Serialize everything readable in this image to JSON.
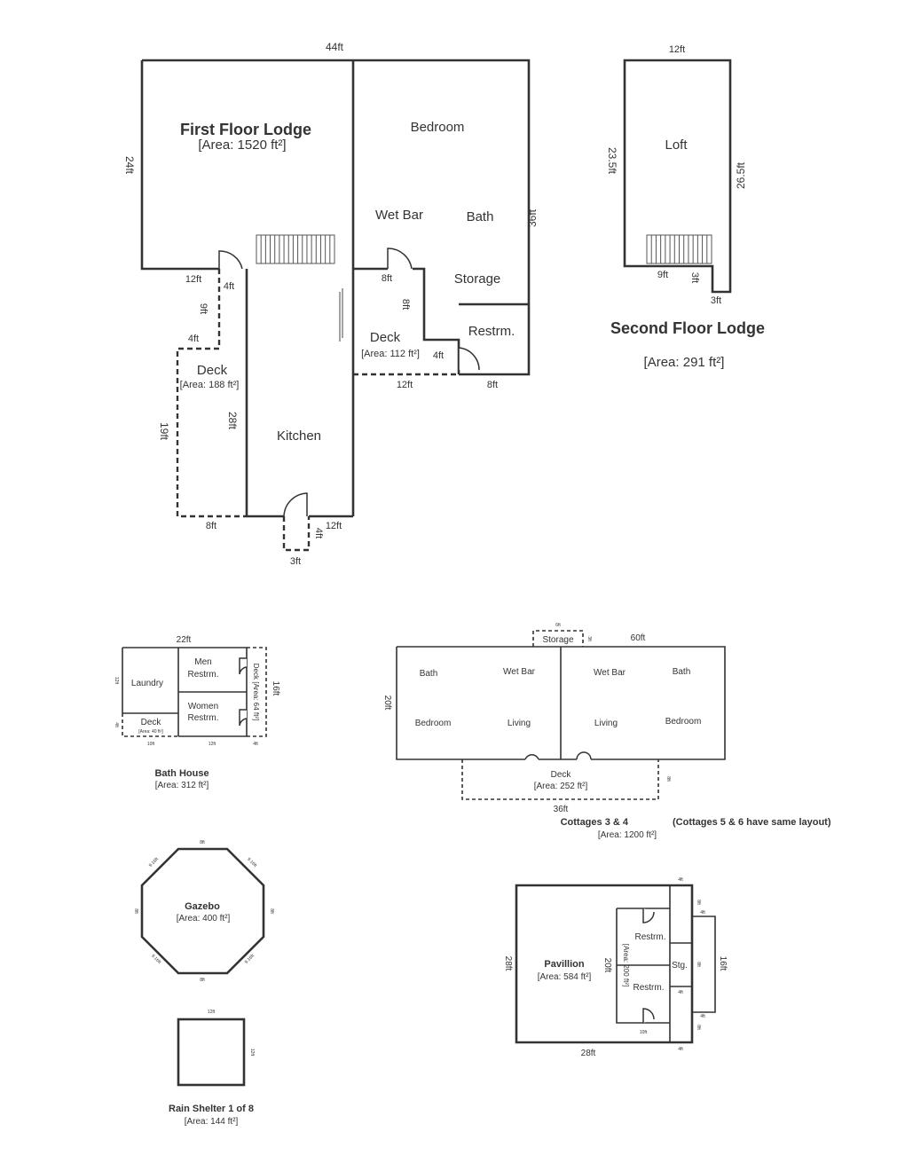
{
  "lodge": {
    "title": "First Floor Lodge",
    "area": "[Area: 1520 ft²]",
    "rooms": {
      "bedroom": "Bedroom",
      "wetbar": "Wet Bar",
      "bath": "Bath",
      "storage": "Storage",
      "restroom": "Restrm.",
      "kitchen": "Kitchen"
    },
    "deck_right": {
      "label": "Deck",
      "area": "[Area: 112 ft²]"
    },
    "deck_left": {
      "label": "Deck",
      "area": "[Area: 188 ft²]"
    },
    "dims": {
      "top": "44ft",
      "left": "24ft",
      "right": "36ft",
      "left_deck": "19ft",
      "kitchen_h": "28ft",
      "d12a": "12ft",
      "d4a": "4ft",
      "d9": "9ft",
      "d4b": "4ft",
      "d8a": "8ft",
      "d12b": "12ft",
      "d8b": "8ft",
      "d8c": "8ft",
      "d4c": "4ft",
      "d12c": "12ft",
      "d8d": "8ft",
      "d4d": "4ft",
      "d3": "3ft"
    }
  },
  "loft": {
    "title": "Second Floor Lodge",
    "area": "[Area: 291 ft²]",
    "room": "Loft",
    "dims": {
      "top": "12ft",
      "left": "23.5ft",
      "right": "26.5ft",
      "d9": "9ft",
      "d3a": "3ft",
      "d3b": "3ft"
    }
  },
  "bathhouse": {
    "title": "Bath House",
    "area": "[Area: 312 ft²]",
    "rooms": {
      "laundry": "Laundry",
      "men_a": "Men",
      "men_b": "Restrm.",
      "women_a": "Women",
      "women_b": "Restrm.",
      "deck": "Deck",
      "deck_area": "[Area: 40 ft²]",
      "side_deck": "Deck [Area: 64 ft²]"
    },
    "dims": {
      "top": "22ft",
      "right": "16ft",
      "l1": "12ft",
      "l2": "4ft",
      "b1": "10ft",
      "b2": "12ft",
      "b3": "4ft"
    }
  },
  "cottages": {
    "title": "Cottages 3 & 4",
    "note": "(Cottages 5 & 6 have same layout)",
    "area": "[Area: 1200 ft²]",
    "rooms": {
      "bath_l": "Bath",
      "wetbar_l": "Wet Bar",
      "wetbar_r": "Wet Bar",
      "bath_r": "Bath",
      "bedroom_l": "Bedroom",
      "living_l": "Living",
      "living_r": "Living",
      "bedroom_r": "Bedroom",
      "storage": "Storage"
    },
    "deck": {
      "label": "Deck",
      "area": "[Area: 252 ft²]"
    },
    "dims": {
      "top": "60ft",
      "left": "20ft",
      "deck_w": "36ft",
      "deck_h": "8ft",
      "st_w": "6ft",
      "st_h": "3ft"
    }
  },
  "gazebo": {
    "title": "Gazebo",
    "area": "[Area: 400 ft²]",
    "dims": {
      "top": "8ft",
      "bottom": "8ft",
      "left": "8ft",
      "right": "8ft",
      "ul": "9.16ft",
      "ur": "9.16ft",
      "ll": "9.16ft",
      "lr": "9.16ft"
    }
  },
  "shelter": {
    "title": "Rain Shelter 1 of 8",
    "area": "[Area: 144 ft²]",
    "dims": {
      "top": "12ft",
      "right": "12ft"
    }
  },
  "pavilion": {
    "title": "Pavillion",
    "area": "[Area: 584 ft²]",
    "inner_area": "[Area: 200 ft²]",
    "rooms": {
      "restrm_top": "Restrm.",
      "restrm_bot": "Restrm.",
      "stg": "Stg."
    },
    "dims": {
      "left": "28ft",
      "bottom": "28ft",
      "inner_h": "20ft",
      "inner_b": "10ft",
      "right": "16ft",
      "t4a": "4ft",
      "t4b": "4ft",
      "t8a": "8ft",
      "s4a": "4ft",
      "s4b": "4ft",
      "b8": "8ft",
      "b4": "4ft",
      "mid8": "8ft"
    }
  }
}
